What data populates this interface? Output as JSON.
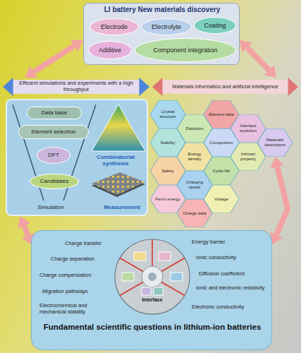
{
  "diagram": {
    "nodes": [
      {
        "text": [
          "LI battery New materials discovery"
        ]
      },
      {
        "text": [
          "Electrode"
        ],
        "in": 0
      },
      {
        "text": [
          "Electrolyte"
        ],
        "in": 0
      },
      {
        "text": [
          "Coating"
        ],
        "in": 0
      },
      {
        "text": [
          "Additive"
        ],
        "in": 0
      },
      {
        "text": [
          "Component integration"
        ],
        "in": 0
      },
      {
        "text": [
          "Efficient simulations and experiments with a high throughput"
        ]
      },
      {
        "text": [
          "Materials informatics and artificial intelligence"
        ]
      },
      {
        "text": [
          "Simulation",
          "Combinatorial synthesis",
          "Measurement"
        ]
      },
      {
        "text": [
          "Data base"
        ],
        "in": 8
      },
      {
        "text": [
          "Element selection"
        ],
        "in": 8
      },
      {
        "text": [
          "DFT"
        ],
        "in": 8
      },
      {
        "text": [
          "Candidates"
        ],
        "in": 8
      },
      {
        "text": [
          "Crystal structure"
        ]
      },
      {
        "text": [
          "Element data"
        ]
      },
      {
        "text": [
          "Distortion"
        ]
      },
      {
        "text": [
          "Interface evolution"
        ]
      },
      {
        "text": [
          "Stability"
        ]
      },
      {
        "text": [
          "Composition"
        ]
      },
      {
        "text": [
          "Materials descriptors"
        ]
      },
      {
        "text": [
          "Energy density"
        ]
      },
      {
        "text": [
          "Intrinsic property"
        ]
      },
      {
        "text": [
          "Safety"
        ]
      },
      {
        "text": [
          "Cycle life"
        ]
      },
      {
        "text": [
          "Charging speed"
        ]
      },
      {
        "text": [
          "Fermi energy"
        ]
      },
      {
        "text": [
          "Voltage"
        ]
      },
      {
        "text": [
          "Charge data"
        ]
      },
      {
        "text": [
          "Fundamental scientific questions in lithium-ion batteries"
        ]
      },
      {
        "text": [
          "Interface"
        ],
        "in": 28
      }
    ],
    "edges": [
      {
        "from": 0,
        "to": 6,
        "arrow": "both"
      },
      {
        "from": 0,
        "to": 7,
        "arrow": "both"
      },
      {
        "from": 8,
        "to": 28,
        "arrow": "both"
      },
      {
        "from": 19,
        "to": 28,
        "arrow": "both"
      }
    ],
    "labels": [
      "Charge transfer",
      "Charge separation",
      "Charge compensation",
      "Migration pathways",
      "Electrochemical and mechanical stability",
      "Energy barrier",
      "Ionic conductivity",
      "Diffusion coefficient",
      "Ionic and electronic resistivity",
      "Electronic conductivity"
    ]
  }
}
